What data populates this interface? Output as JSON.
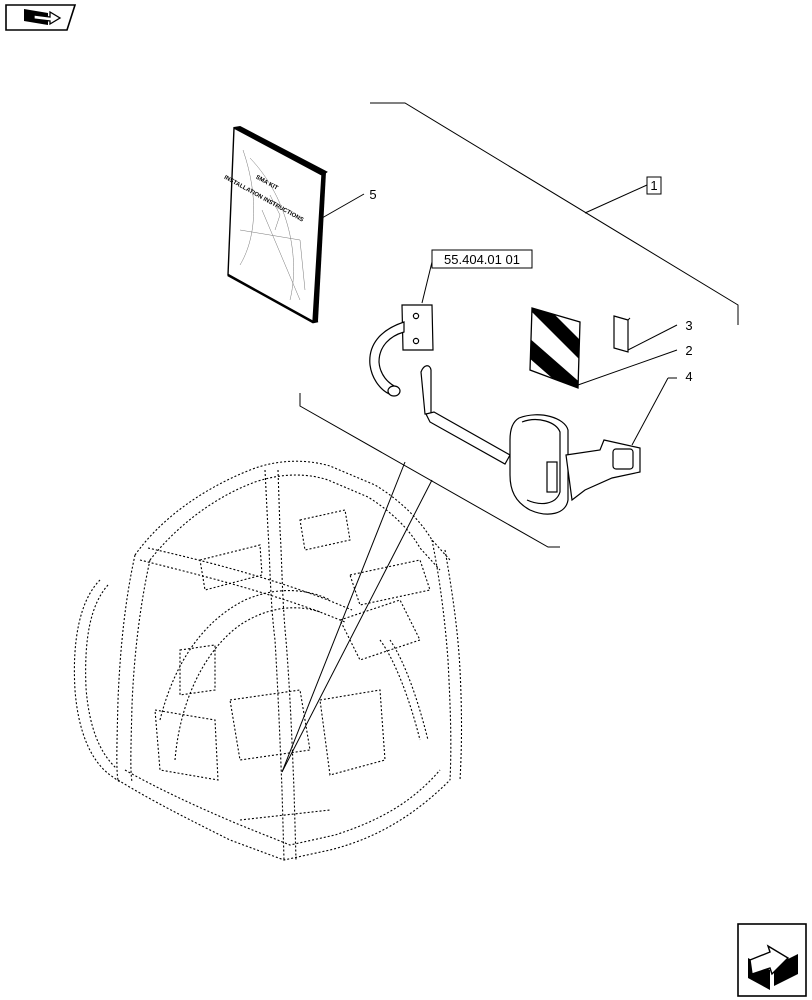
{
  "navigation": {
    "prev_icon": "page-back-icon",
    "next_icon": "page-forward-icon"
  },
  "callouts": {
    "kit_ref": "1",
    "part_2": "2",
    "part_3": "3",
    "part_4": "4",
    "part_5": "5",
    "cross_reference": "55.404.01 01"
  },
  "manual": {
    "line1": "SMA KIT",
    "line2": "INSTALLATION INSTRUCTIONS"
  },
  "colors": {
    "line": "#000000",
    "background": "#ffffff"
  }
}
